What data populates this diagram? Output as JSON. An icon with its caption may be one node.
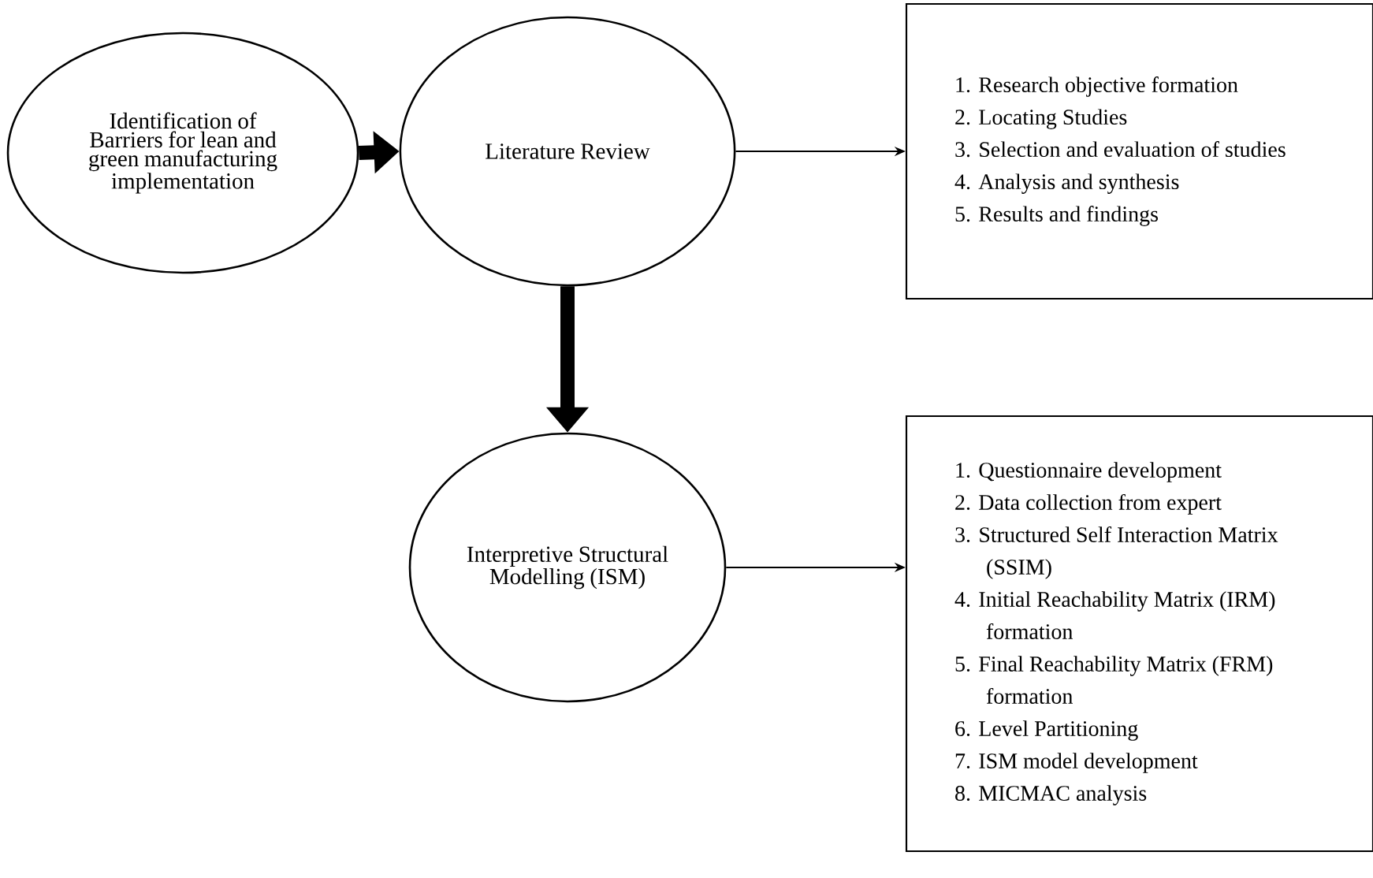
{
  "diagram": {
    "nodes": [
      {
        "text": [
          "Identification of Barriers for lean and green manufacturing implementation"
        ]
      },
      {
        "text": [
          "Literature Review"
        ]
      },
      {
        "text": [
          "1. Research objective formation",
          "2. Locating Studies",
          "3. Selection and evaluation of studies",
          "4. Analysis and synthesis",
          "5. Results and findings"
        ]
      },
      {
        "text": [
          "Interpretive Structural Modelling (ISM)"
        ]
      },
      {
        "text": [
          "1. Questionnaire development",
          "2. Data collection from expert",
          "3. Structured Self Interaction Matrix (SSIM)",
          "4. Initial Reachability Matrix (IRM) formation",
          "5. Final Reachability Matrix (FRM) formation",
          "6. Level Partitioning",
          "7. ISM model development",
          "8. MICMAC analysis"
        ]
      }
    ],
    "edges": [
      {
        "from": 0,
        "to": 1,
        "arrow": "to",
        "style": "thick"
      },
      {
        "from": 1,
        "to": 2,
        "arrow": "to"
      },
      {
        "from": 1,
        "to": 3,
        "arrow": "to",
        "style": "thick"
      },
      {
        "from": 3,
        "to": 4,
        "arrow": "to"
      }
    ]
  }
}
